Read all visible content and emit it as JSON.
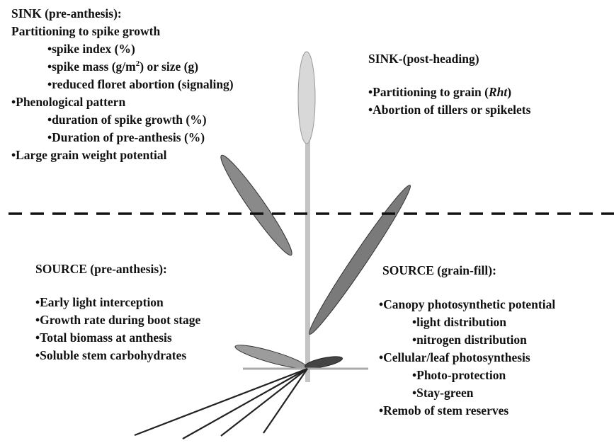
{
  "sink_pre": {
    "heading": "SINK (pre-anthesis):",
    "line1": "Partitioning to spike growth",
    "line2": "•spike index (%)",
    "line3_a": "•spike mass (g/m",
    "line3_sup": "2",
    "line3_b": ") or size (g)",
    "line4": "•reduced floret abortion (signaling)",
    "line5": "•Phenological pattern",
    "line6": "•duration of spike growth (%)",
    "line7": "•Duration of pre-anthesis (%)",
    "line8": "•Large grain weight potential"
  },
  "sink_post": {
    "heading": "SINK-(post-heading)",
    "line1_a": "•Partitioning to grain (",
    "line1_italic": "Rht",
    "line1_b": ")",
    "line2": "•Abortion of tillers or spikelets"
  },
  "source_pre": {
    "heading": "SOURCE (pre-anthesis):",
    "items": [
      "•Early light interception",
      "•Growth rate during boot stage",
      "•Total biomass at anthesis",
      "•Soluble stem carbohydrates"
    ]
  },
  "source_fill": {
    "heading": "SOURCE (grain-fill):",
    "line1": "•Canopy photosynthetic potential",
    "line2": "•light distribution",
    "line3": "•nitrogen distribution",
    "line4": "•Cellular/leaf photosynthesis",
    "line5": "•Photo-protection",
    "line6": "•Stay-green",
    "line7": "•Remob of stem reserves"
  },
  "colors": {
    "spike": "#d8d8d8",
    "stem": "#c4c4c4",
    "flag_leaf": "#8a8a8a",
    "upper_leaf": "#7a7a7a",
    "lower_leaf_left": "#9c9c9c",
    "lower_leaf_right": "#444444",
    "roots": "#222222",
    "divider": "#111111"
  }
}
